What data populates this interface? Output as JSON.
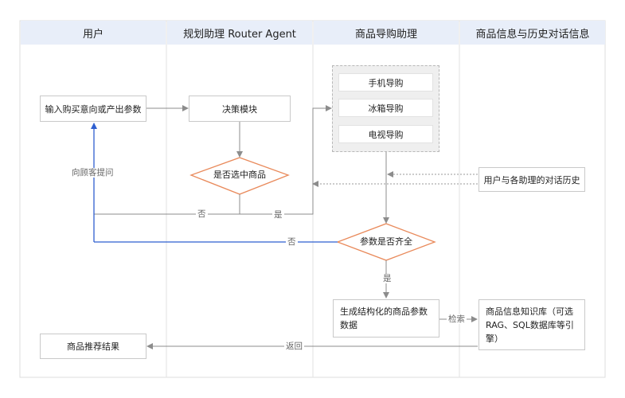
{
  "lanes": [
    "用户",
    "规划助理 Router Agent",
    "商品导购助理",
    "商品信息与历史对话信息"
  ],
  "nodes": {
    "input_intent": "输入购买意向或产出参数",
    "decision_module": "决策模块",
    "select_product": "是否选中商品",
    "phone_guide": "手机导购",
    "fridge_guide": "冰箱导购",
    "tv_guide": "电视导购",
    "history": "用户与各助理的对话历史",
    "params_complete": "参数是否齐全",
    "structured_params": "生成结构化的商品参数数据",
    "knowledge_base": "商品信息知识库（可选 RAG、SQL数据库等引擎）",
    "recommend_result": "商品推荐结果"
  },
  "edge_labels": {
    "ask_customer": "向顾客提问",
    "no_1": "否",
    "yes_1": "是",
    "no_2": "否",
    "yes_2": "是",
    "retrieve": "检索",
    "return": "返回"
  },
  "colors": {
    "lane_header_bg": "#e8eef9",
    "decision_stroke": "#e98a5b",
    "blue_arrow": "#2f5fd0",
    "gray_arrow": "#8c8c8c"
  }
}
